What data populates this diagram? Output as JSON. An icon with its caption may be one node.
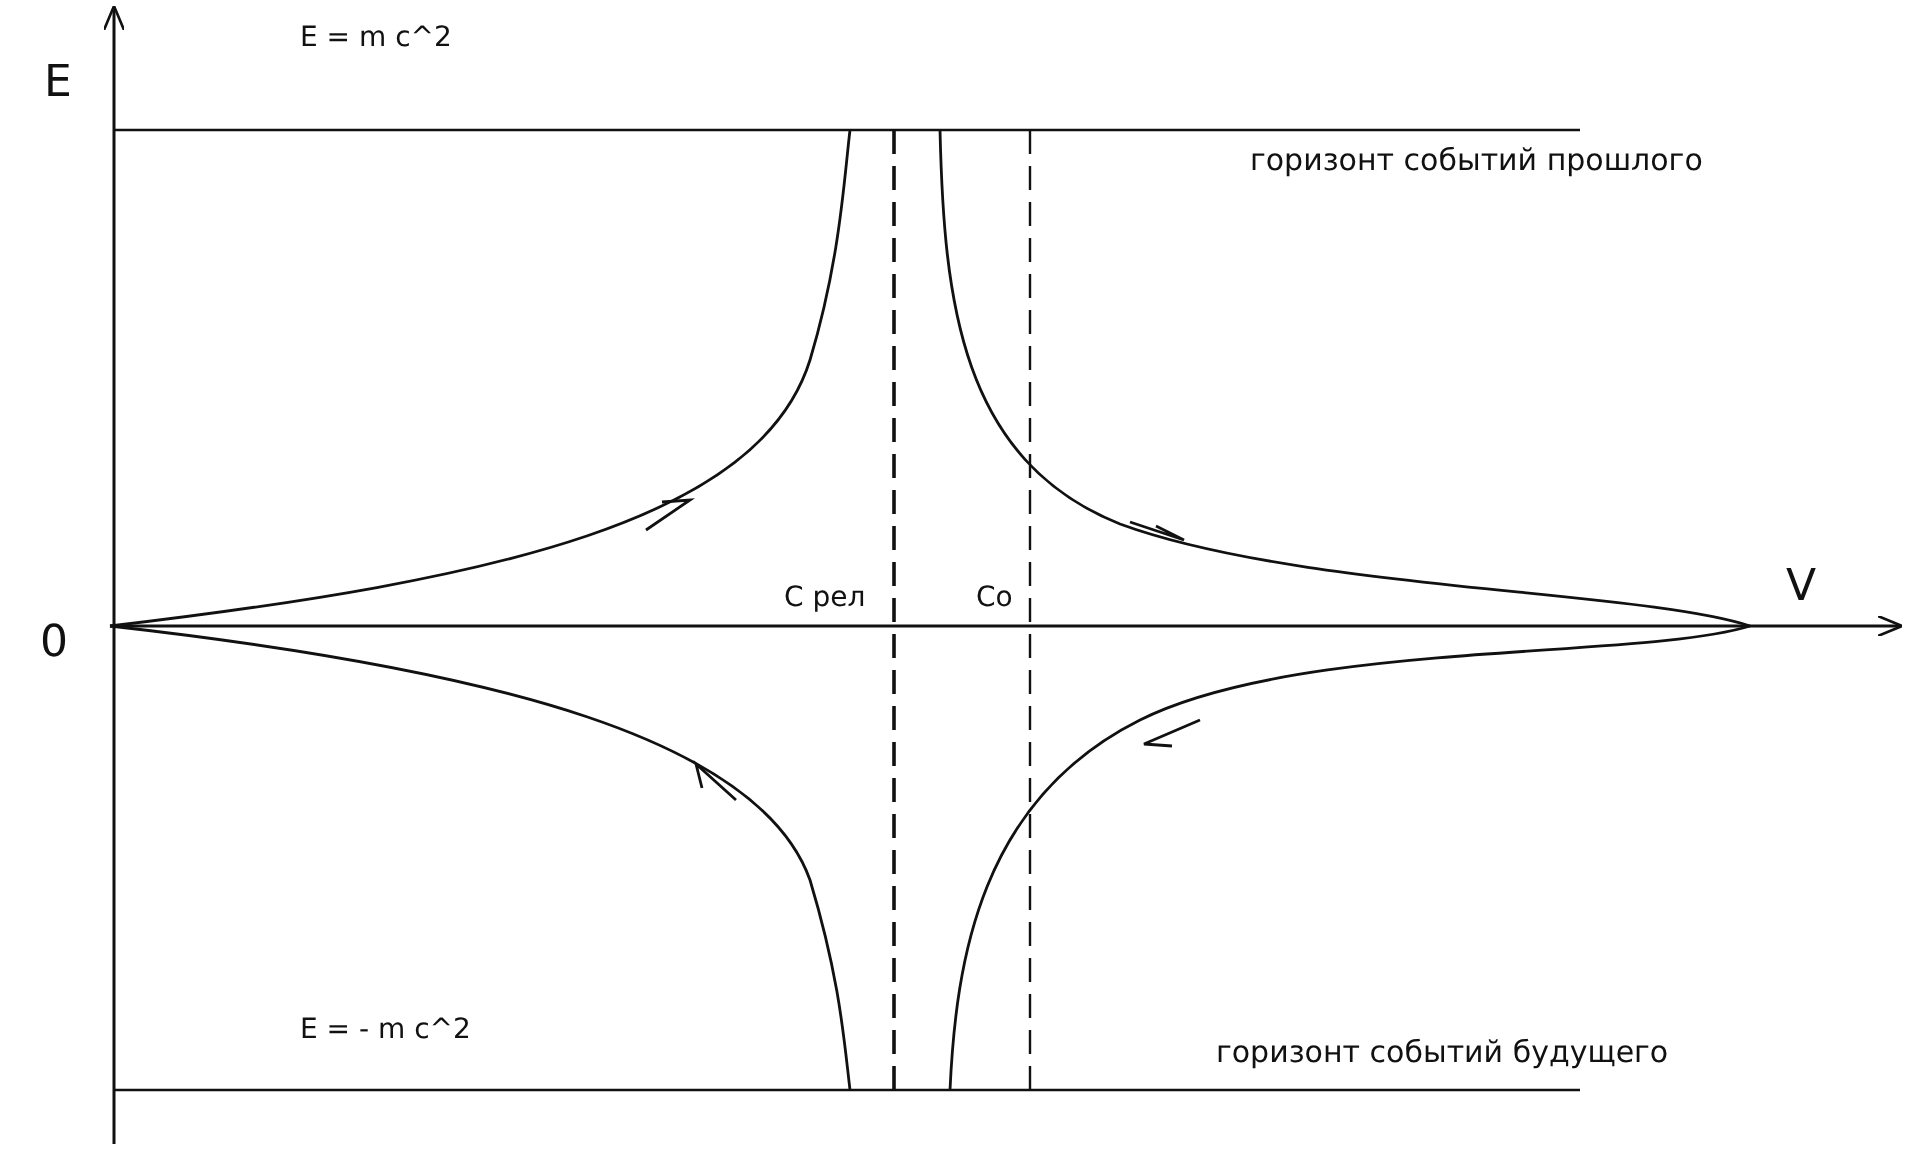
{
  "diagram": {
    "labels": [
      "E",
      "E = m c^2",
      "горизонт событий прошлого",
      "0",
      "V",
      "С рел",
      "Со",
      "E = - m c^2",
      "горизонт событий будущего"
    ]
  }
}
